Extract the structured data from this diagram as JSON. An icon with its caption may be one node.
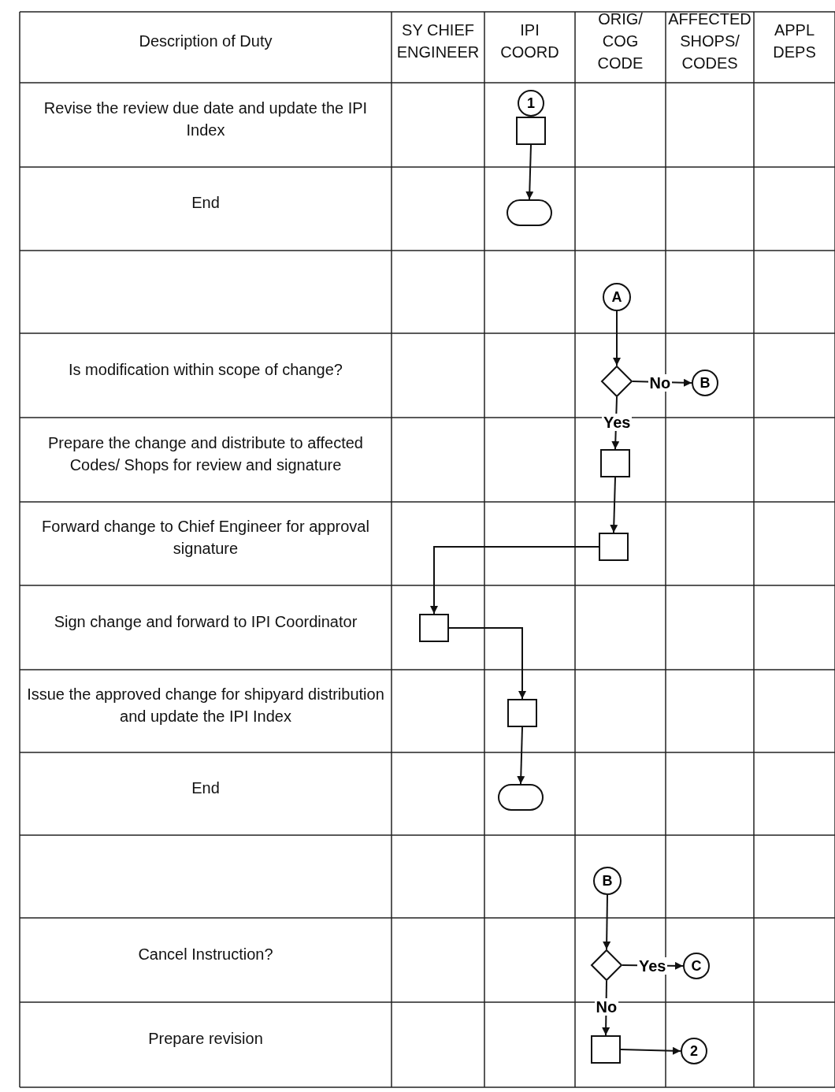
{
  "diagram": {
    "nodes": [
      {
        "text": [
          "1"
        ]
      },
      {
        "text": [],
        "shape": "box"
      },
      {
        "text": [],
        "shape": "oval"
      },
      {
        "text": [
          "A"
        ]
      },
      {
        "text": [],
        "shape": "diamond"
      },
      {
        "text": [
          "B"
        ]
      },
      {
        "text": [],
        "shape": "box"
      },
      {
        "text": [],
        "shape": "box"
      },
      {
        "text": [],
        "shape": "box"
      },
      {
        "text": [],
        "shape": "box"
      },
      {
        "text": [],
        "shape": "oval"
      },
      {
        "text": [
          "B"
        ]
      },
      {
        "text": [],
        "shape": "diamond"
      },
      {
        "text": [
          "C"
        ]
      },
      {
        "text": [],
        "shape": "box"
      },
      {
        "text": [
          "2"
        ]
      }
    ],
    "edges": [
      {
        "from": 1,
        "to": 2,
        "arrow": "to"
      },
      {
        "from": 3,
        "to": 4,
        "arrow": "to"
      },
      {
        "from": 4,
        "to": 5,
        "arrow": "to",
        "label": "No"
      },
      {
        "from": 4,
        "to": 6,
        "arrow": "to",
        "label": "Yes"
      },
      {
        "from": 6,
        "to": 7,
        "arrow": "to"
      },
      {
        "from": 7,
        "to": 8,
        "arrow": "to"
      },
      {
        "from": 8,
        "to": 9,
        "arrow": "to"
      },
      {
        "from": 9,
        "to": 10,
        "arrow": "to"
      },
      {
        "from": 11,
        "to": 12,
        "arrow": "to"
      },
      {
        "from": 12,
        "to": 13,
        "arrow": "to",
        "label": "Yes"
      },
      {
        "from": 12,
        "to": 14,
        "arrow": "to",
        "label": "No"
      },
      {
        "from": 14,
        "to": 15,
        "arrow": "to"
      }
    ],
    "labels": [
      "Description of Duty",
      "SY CHIEF ENGINEER",
      "IPI COORD",
      "ORIG/ COG CODE",
      "AFFECTED SHOPS/ CODES",
      "APPL DEPS",
      "Revise the review due date and update the IPI Index",
      "End",
      "Is modification within scope of change?",
      "Prepare the change and distribute to affected Codes/ Shops for review and signature",
      "Forward change to Chief Engineer for approval signature",
      "Sign change and forward to IPI Coordinator",
      "Issue the approved change for shipyard distribution and update the IPI Index",
      "End",
      "Cancel Instruction?",
      "Prepare revision"
    ]
  }
}
